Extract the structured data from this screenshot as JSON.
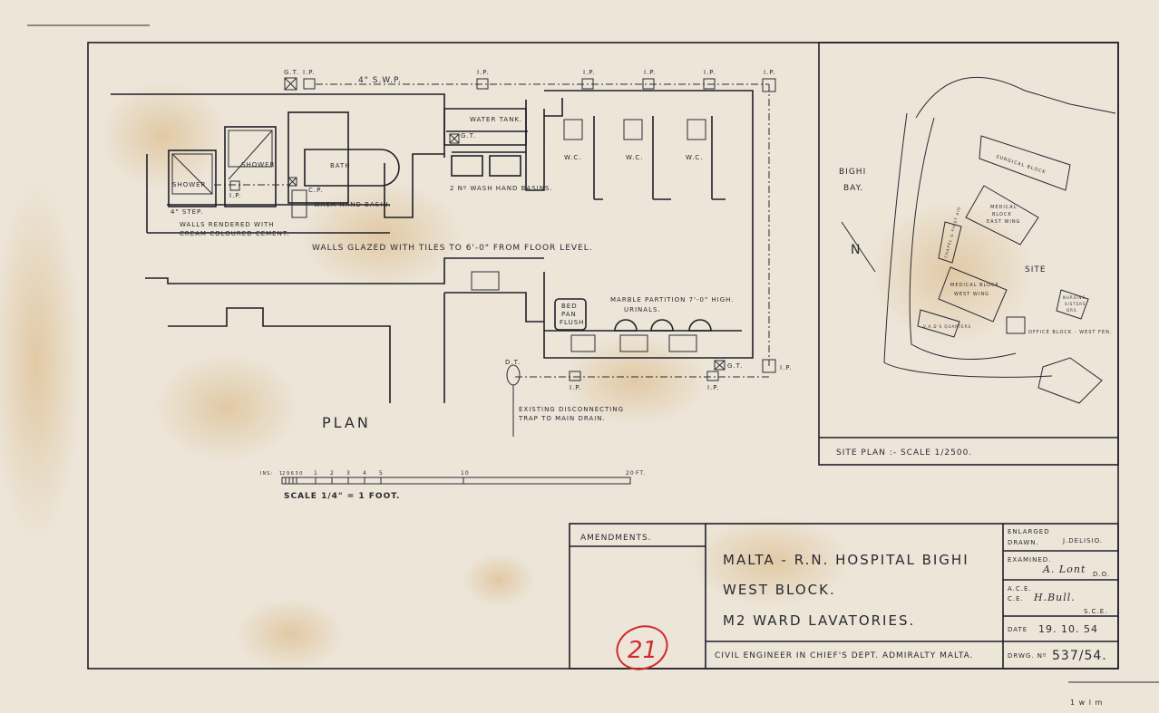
{
  "plan": {
    "title": "PLAN",
    "labels": {
      "gt": "G.T.",
      "ip": "I.P.",
      "cp": "C.P.",
      "dt": "D.T.",
      "swp": "4\" S.W.P.",
      "shower": "SHOWER",
      "bath": "BATH",
      "step": "4\" STEP.",
      "wash_hand_basin": "WASH HAND BASIN.",
      "water_tank": "WATER TANK.",
      "wash_basins": "2 Nº WASH HAND BASINS.",
      "wc": "W.C.",
      "walls_rendered_1": "WALLS RENDERED WITH",
      "walls_rendered_2": "CREAM COLOURED CEMENT.",
      "walls_glazed": "WALLS GLAZED WITH TILES TO 6'-0\" FROM FLOOR LEVEL.",
      "bed_pan_1": "BED",
      "bed_pan_2": "PAN",
      "bed_pan_3": "FLUSH",
      "marble": "MARBLE PARTITION 7'-0\" HIGH.",
      "urinals": "URINALS.",
      "trap_1": "EXISTING DISCONNECTING",
      "trap_2": "TRAP TO MAIN DRAIN."
    }
  },
  "scale_bar": {
    "ins_label": "INS:",
    "inch_ticks": "12 9 6 3 0",
    "ticks": [
      "1",
      "2",
      "3",
      "4",
      "5",
      "10",
      "20"
    ],
    "unit": "FT.",
    "caption": "SCALE 1/4\" = 1 FOOT."
  },
  "site_plan": {
    "bay": "BIGHI",
    "bay2": "BAY.",
    "north": "N",
    "site": "SITE",
    "buildings": {
      "surgical": "SURGICAL BLOCK",
      "medical_east_1": "MEDICAL",
      "medical_east_2": "BLOCK",
      "medical_east_3": "EAST WING",
      "chapel": "CHAPEL & FIRST AID",
      "medical_west_1": "MEDICAL BLOCK",
      "medical_west_2": "WEST WING",
      "nursing_1": "NURSING",
      "nursing_2": "SISTERS",
      "nursing_3": "QRS.",
      "vads": "V.A.D'S QUARTERS",
      "office": "OFFICE BLOCK - WEST FEN."
    },
    "caption": "SITE PLAN :- SCALE 1/2500."
  },
  "title_block": {
    "amendments": "AMENDMENTS.",
    "title_1": "MALTA - R.N. HOSPITAL BIGHI",
    "title_2": "WEST BLOCK.",
    "title_3": "M2 WARD LAVATORIES.",
    "dept": "CIVIL ENGINEER IN CHIEF'S DEPT. ADMIRALTY MALTA.",
    "enlarged": "ENLARGED",
    "drawn": "DRAWN.",
    "drawn_by": "J.DELISIO.",
    "examined": "EXAMINED.",
    "examined_sig": "A. Lont",
    "do": "D.O.",
    "ace": "A.C.E.",
    "ce": "C.E.",
    "ce_sig": "H.Bull.",
    "sce": "S.C.E.",
    "date_label": "DATE",
    "date": "19. 10. 54",
    "drwg_label": "DRWG. Nº",
    "drwg_no": "537/54.",
    "stamp": "21"
  },
  "corner_note": "1 w l m"
}
